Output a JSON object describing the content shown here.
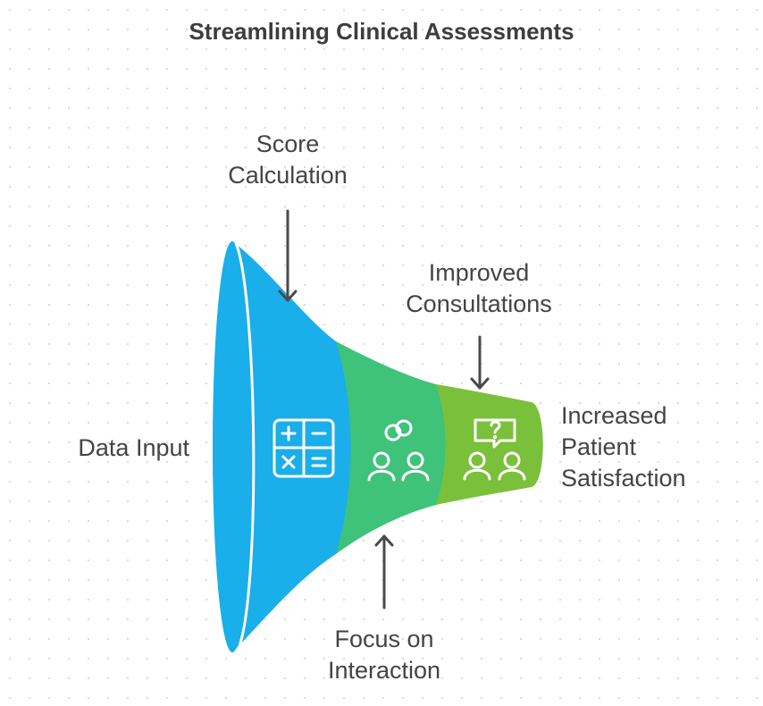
{
  "title": "Streamlining Clinical Assessments",
  "labels": {
    "score_calculation": [
      "Score",
      "Calculation"
    ],
    "improved_consultations": [
      "Improved",
      "Consultations"
    ],
    "data_input": [
      "Data Input"
    ],
    "increased_satisfaction": [
      "Increased",
      "Patient",
      "Satisfaction"
    ],
    "focus_interaction": [
      "Focus on",
      "Interaction"
    ]
  },
  "stages": [
    {
      "name": "Score Calculation",
      "color": "#1aaeea",
      "icon": "calculator-icon"
    },
    {
      "name": "Focus on Interaction",
      "color": "#3fc27a",
      "icon": "people-collaboration-icon"
    },
    {
      "name": "Improved Consultations",
      "color": "#7bc03a",
      "icon": "consultation-question-icon"
    }
  ],
  "colors": {
    "text": "#444444",
    "arrow": "#4a4a4a",
    "funnel_blue": "#1aaeea",
    "funnel_green": "#3fc27a",
    "funnel_lime": "#7bc03a",
    "icon_stroke": "#ffffff"
  }
}
